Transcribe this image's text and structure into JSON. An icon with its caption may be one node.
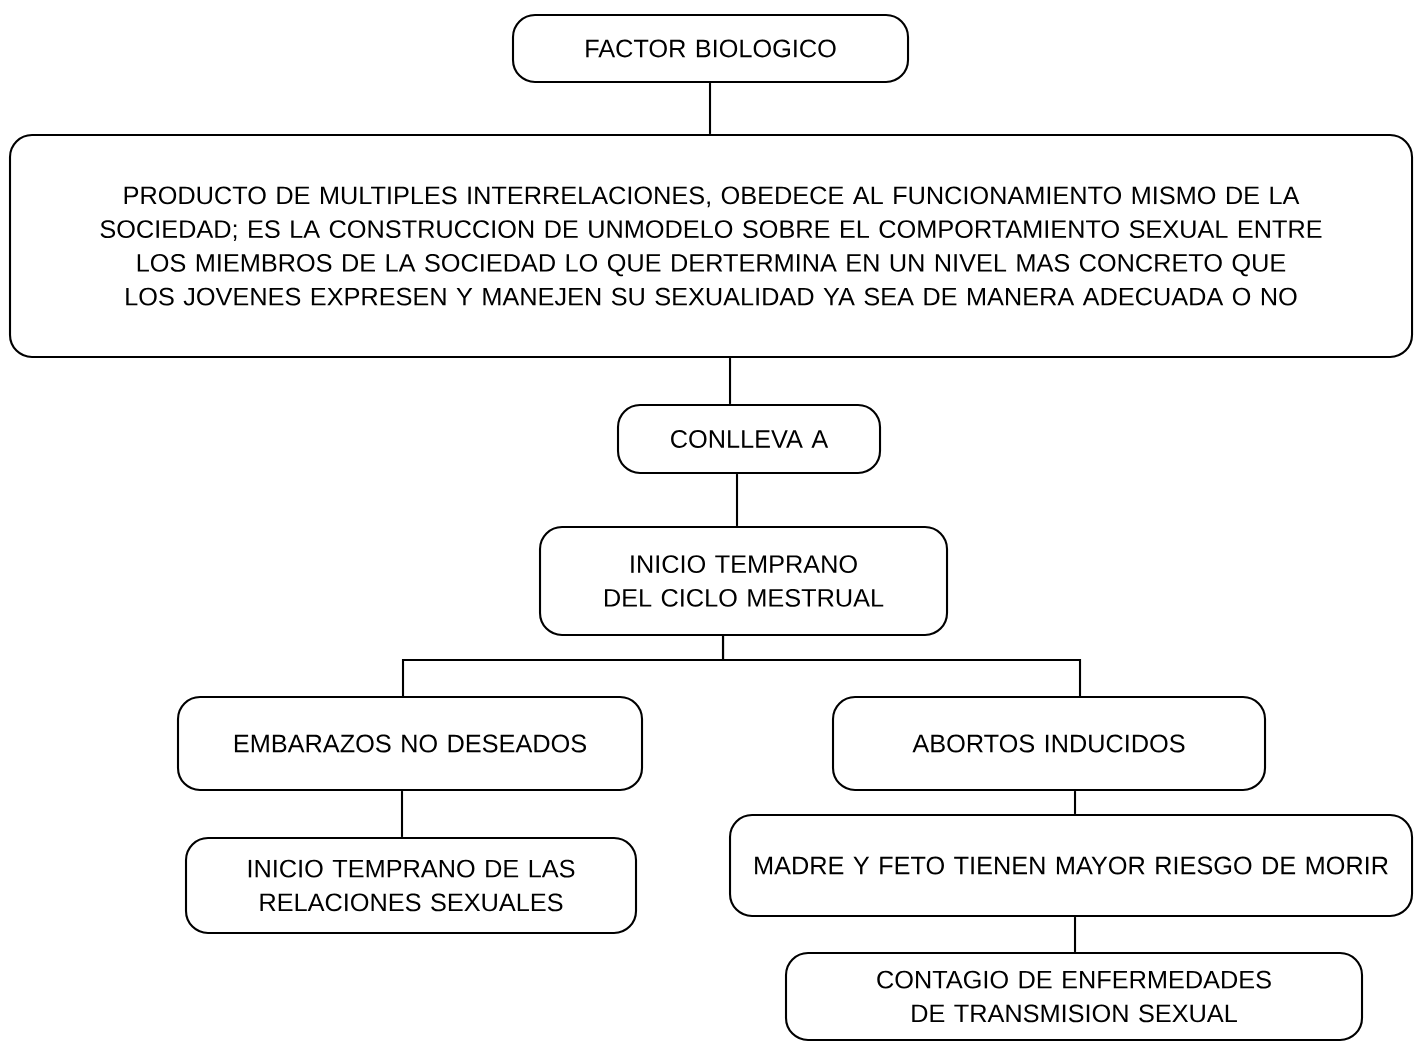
{
  "diagram": {
    "nodes": [
      {
        "text": [
          "FACTOR BIOLOGICO"
        ]
      },
      {
        "text": [
          "PRODUCTO DE MULTIPLES INTERRELACIONES, OBEDECE AL FUNCIONAMIENTO MISMO DE LA SOCIEDAD; ES LA CONSTRUCCION DE UNMODELO SOBRE EL COMPORTAMIENTO SEXUAL ENTRE LOS MIEMBROS DE LA SOCIEDAD LO QUE DERTERMINA EN UN NIVEL MAS CONCRETO QUE LOS JOVENES EXPRESEN Y MANEJEN SU SEXUALIDAD YA SEA DE MANERA ADECUADA O NO"
        ]
      },
      {
        "text": [
          "CONLLEVA A"
        ]
      },
      {
        "text": [
          "INICIO TEMPRANO DEL CICLO MESTRUAL"
        ]
      },
      {
        "text": [
          "EMBARAZOS NO DESEADOS"
        ]
      },
      {
        "text": [
          "ABORTOS INDUCIDOS"
        ]
      },
      {
        "text": [
          "INICIO TEMPRANO DE LAS RELACIONES SEXUALES"
        ]
      },
      {
        "text": [
          "MADRE Y FETO TIENEN MAYOR RIESGO DE MORIR"
        ]
      },
      {
        "text": [
          "CONTAGIO DE ENFERMEDADES DE TRANSMISION SEXUAL"
        ]
      }
    ],
    "edges": [
      {
        "from": 0,
        "to": 1,
        "arrow": "none"
      },
      {
        "from": 1,
        "to": 2,
        "arrow": "none"
      },
      {
        "from": 2,
        "to": 3,
        "arrow": "none"
      },
      {
        "from": 3,
        "to": 4,
        "arrow": "none"
      },
      {
        "from": 3,
        "to": 5,
        "arrow": "none"
      },
      {
        "from": 4,
        "to": 6,
        "arrow": "none"
      },
      {
        "from": 5,
        "to": 7,
        "arrow": "none"
      },
      {
        "from": 7,
        "to": 8,
        "arrow": "none"
      }
    ]
  }
}
